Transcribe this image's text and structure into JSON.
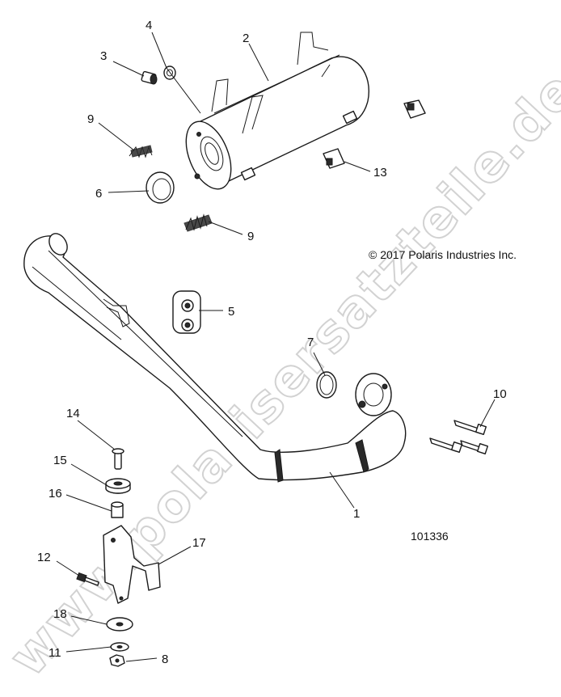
{
  "diagram": {
    "copyright": "© 2017 Polaris Industries Inc.",
    "figure_number": "101336",
    "watermark": "www.polarisersatzteile.de",
    "callouts": {
      "c1": "1",
      "c2": "2",
      "c3": "3",
      "c4": "4",
      "c5": "5",
      "c6": "6",
      "c7": "7",
      "c8": "8",
      "c9a": "9",
      "c9b": "9",
      "c10": "10",
      "c11": "11",
      "c12": "12",
      "c13": "13",
      "c14": "14",
      "c15": "15",
      "c16": "16",
      "c17": "17",
      "c18": "18"
    }
  }
}
